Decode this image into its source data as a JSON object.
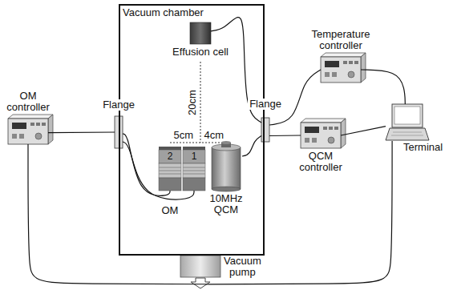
{
  "diagram": {
    "nodes": [
      {
        "text": [
          "Vacuum chamber"
        ]
      },
      {
        "text": [
          "Effusion cell"
        ],
        "in": 0
      },
      {
        "text": [
          "2"
        ],
        "in": 0
      },
      {
        "text": [
          "1"
        ],
        "in": 0
      },
      {
        "text": [
          "10MHz QCM"
        ],
        "in": 0
      },
      {
        "text": [
          "Vacuum pump"
        ]
      },
      {
        "text": [
          "Flange"
        ]
      },
      {
        "text": [
          "Flange"
        ]
      },
      {
        "text": [
          "OM controller"
        ]
      },
      {
        "text": [
          "Temperature controller"
        ]
      },
      {
        "text": [
          "QCM controller"
        ]
      },
      {
        "text": [
          "Terminal"
        ]
      }
    ],
    "edges": [
      {
        "from": 1,
        "to": 7,
        "arrow": "none"
      },
      {
        "from": 4,
        "to": 7,
        "arrow": "none"
      },
      {
        "from": 3,
        "to": 6,
        "arrow": "none"
      },
      {
        "from": 2,
        "to": 6,
        "arrow": "none"
      },
      {
        "from": 6,
        "to": 8,
        "arrow": "none"
      },
      {
        "from": 7,
        "to": 9,
        "arrow": "none"
      },
      {
        "from": 7,
        "to": 10,
        "arrow": "none"
      },
      {
        "from": 9,
        "to": 11,
        "arrow": "none"
      },
      {
        "from": 10,
        "to": 11,
        "arrow": "none"
      },
      {
        "from": 8,
        "to": 11,
        "arrow": "none"
      }
    ],
    "labels": [
      "20cm",
      "5cm",
      "4cm",
      "OM"
    ]
  }
}
